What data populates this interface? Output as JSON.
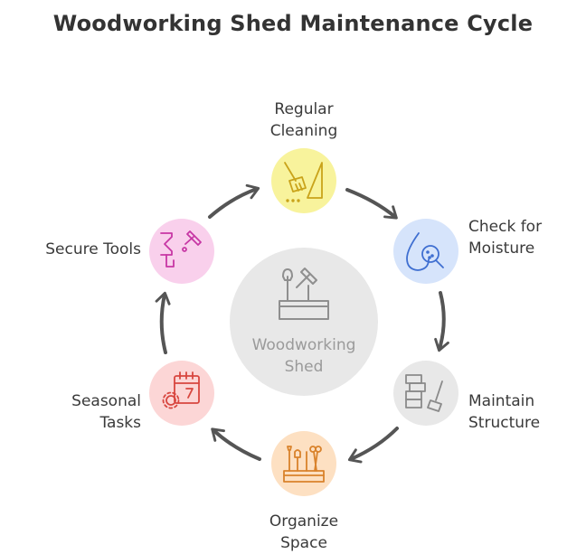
{
  "title": "Woodworking Shed Maintenance Cycle",
  "center": {
    "line1": "Woodworking",
    "line2": "Shed",
    "icon": "toolbox-icon",
    "color": "#e8e8e8"
  },
  "steps": [
    {
      "line1": "Regular",
      "line2": "Cleaning",
      "icon": "broom-icon",
      "color": "#f8f39c",
      "stroke": "#c9a31a"
    },
    {
      "line1": "Check for",
      "line2": "Moisture",
      "icon": "moisture-magnifier-icon",
      "color": "#d6e4fb",
      "stroke": "#3f6fd1"
    },
    {
      "line1": "Maintain",
      "line2": "Structure",
      "icon": "bricks-hammer-icon",
      "color": "#e8e8e8",
      "stroke": "#8a8a8a"
    },
    {
      "line1": "Organize",
      "line2": "Space",
      "icon": "tool-holder-icon",
      "color": "#fde0c2",
      "stroke": "#d9822b"
    },
    {
      "line1": "Seasonal",
      "line2": "Tasks",
      "icon": "calendar-gear-icon",
      "color": "#fcd6d6",
      "stroke": "#d8463f"
    },
    {
      "line1": "Secure Tools",
      "line2": "",
      "icon": "tool-hook-icon",
      "color": "#f9d0ec",
      "stroke": "#c736a4"
    }
  ],
  "arrow_color": "#555555"
}
